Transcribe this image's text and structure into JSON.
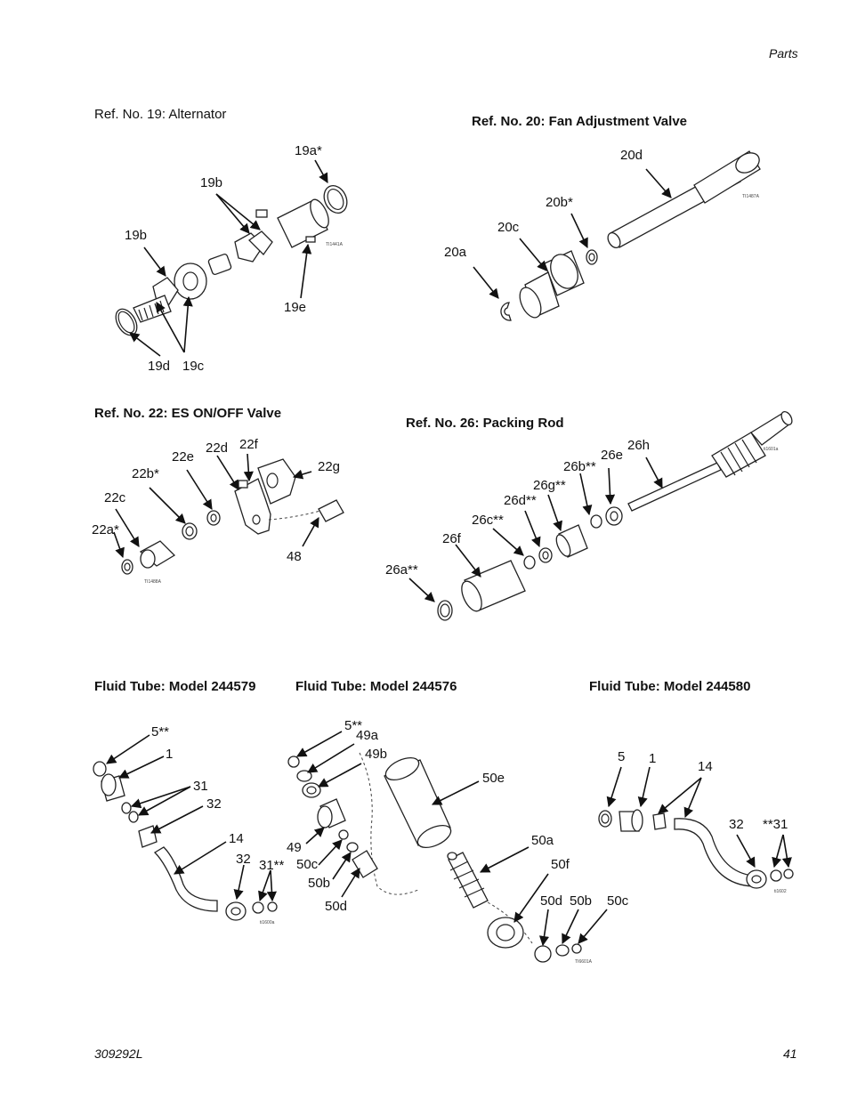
{
  "header": {
    "section": "Parts"
  },
  "footer": {
    "doc_number": "309292L",
    "page_number": "41"
  },
  "sections": {
    "alternator": {
      "title": "Ref. No. 19: Alternator",
      "labels": [
        "19a*",
        "19b",
        "19b",
        "19e",
        "19d",
        "19c"
      ],
      "tag": "TI1441A"
    },
    "fan_valve": {
      "title": "Ref. No. 20: Fan Adjustment Valve",
      "labels": [
        "20d",
        "20b*",
        "20c",
        "20a"
      ],
      "tag": "TI1487A"
    },
    "es_valve": {
      "title": "Ref. No. 22: ES ON/OFF Valve",
      "labels": [
        "22f",
        "22d",
        "22e",
        "22g",
        "22b*",
        "22c",
        "22a*",
        "48"
      ],
      "tag": "TI1488A"
    },
    "packing_rod": {
      "title": "Ref. No. 26: Packing Rod",
      "labels": [
        "26h",
        "26e",
        "26b**",
        "26g**",
        "26d**",
        "26c**",
        "26f",
        "26a**"
      ],
      "tag": "ti1601a"
    },
    "tube_579": {
      "title": "Fluid Tube: Model 244579",
      "labels": [
        "5**",
        "1",
        "31",
        "32",
        "14",
        "32",
        "31**"
      ],
      "tag": "ti1600a"
    },
    "tube_576": {
      "title": "Fluid Tube: Model 244576",
      "labels": [
        "5**",
        "49a",
        "49b",
        "50e",
        "49",
        "50c",
        "50b",
        "50d",
        "50a",
        "50f",
        "50d",
        "50b",
        "50c"
      ],
      "tag": "TI6601A"
    },
    "tube_580": {
      "title": "Fluid Tube: Model 244580",
      "labels": [
        "5",
        "1",
        "14",
        "32",
        "**31"
      ],
      "tag": "ti1602"
    }
  }
}
